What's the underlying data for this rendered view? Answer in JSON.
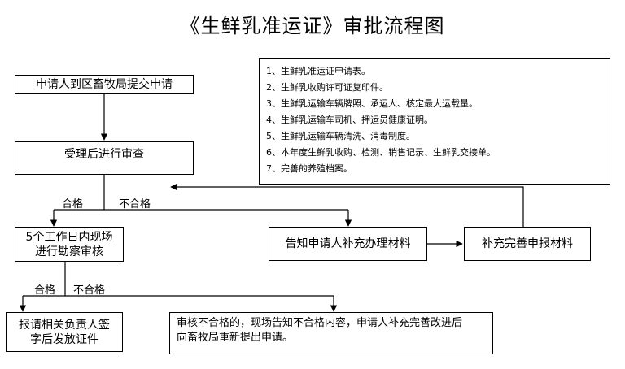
{
  "title": "《生鲜乳准运证》审批流程图",
  "nodes": {
    "apply": "申请人到区畜牧局提交申请",
    "accept": "受理后进行审查",
    "inspect_line1": "5个工作日内现场",
    "inspect_line2": "进行勘察审核",
    "notify": "告知申请人补充办理材料",
    "supplement": "补充完善申报材料",
    "issue_line1": "报请相关负责人签",
    "issue_line2": "字后发放证件",
    "fail_note_line1": "审核不合格的，现场告知不合格内容，申请人补充完善改进后",
    "fail_note_line2": "向畜牧局重新提出申请。"
  },
  "requirements": [
    "1、生鲜乳准运证申请表。",
    "2、生鲜乳收购许可证复印件。",
    "3、生鲜乳运输车辆牌照、承运人、核定最大运载量。",
    "4、生鲜乳运输车司机、押运员健康证明。",
    "5、生鲜乳运输车辆清洗、消毒制度。",
    "6、本年度生鲜乳收购、检测、销售记录、生鲜乳交接单。",
    "7、完善的养殖档案。"
  ],
  "labels": {
    "pass1": "合格",
    "fail1": "不合格",
    "pass2": "合格",
    "fail2": "不合格"
  }
}
